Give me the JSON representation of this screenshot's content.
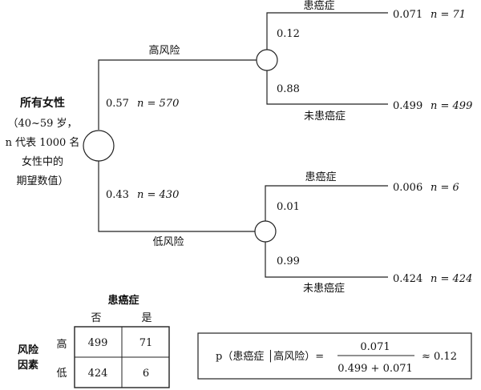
{
  "tree": {
    "root": {
      "title": "所有女性",
      "desc_lines": [
        "（40~59 岁，",
        "n 代表 1000 名",
        "女性中的",
        "期望数值）"
      ]
    },
    "high": {
      "label": "高风险",
      "prob": "0.57",
      "n": "n = 570"
    },
    "low": {
      "label": "低风险",
      "prob": "0.43",
      "n": "n = 430"
    },
    "leaves": {
      "high_cancer": {
        "label": "患癌症",
        "prob": "0.12",
        "value": "0.071",
        "n": "n = 71"
      },
      "high_no_cancer": {
        "label": "未患癌症",
        "prob": "0.88",
        "value": "0.499",
        "n": "n = 499"
      },
      "low_cancer": {
        "label": "患癌症",
        "prob": "0.01",
        "value": "0.006",
        "n": "n = 6"
      },
      "low_no_cancer": {
        "label": "未患癌症",
        "prob": "0.99",
        "value": "0.424",
        "n": "n = 424"
      }
    }
  },
  "table": {
    "col_title": "患癌症",
    "col_no": "否",
    "col_yes": "是",
    "row_title_1": "风险",
    "row_title_2": "因素",
    "row_high": "高",
    "row_low": "低",
    "cells": {
      "high_no": "499",
      "high_yes": "71",
      "low_no": "424",
      "low_yes": "6"
    }
  },
  "formula": {
    "lhs": "p（患癌症 │高风险）=",
    "numerator": "0.071",
    "denominator": "0.499 + 0.071",
    "result": "≈ 0.12"
  }
}
